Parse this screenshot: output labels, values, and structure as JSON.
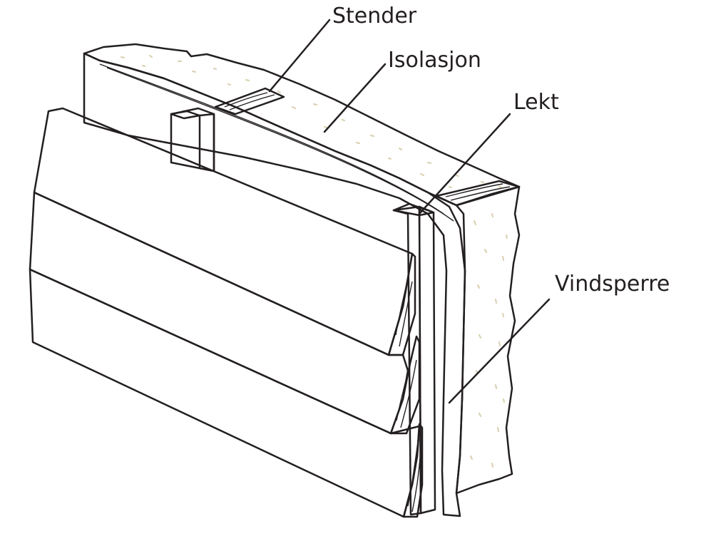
{
  "labels": {
    "stender": "Stender",
    "isolasjon": "Isolasjon",
    "lekt": "Lekt",
    "vindsperre": "Vindsperre"
  },
  "colors": {
    "insulation": "#f6f0d8",
    "insulation_dots": "#d9cfae",
    "wind_barrier": "#bdbdbf",
    "wood": "#f8dcb0",
    "wood_end_grain": "#e6c79c",
    "outline": "#231f20"
  }
}
